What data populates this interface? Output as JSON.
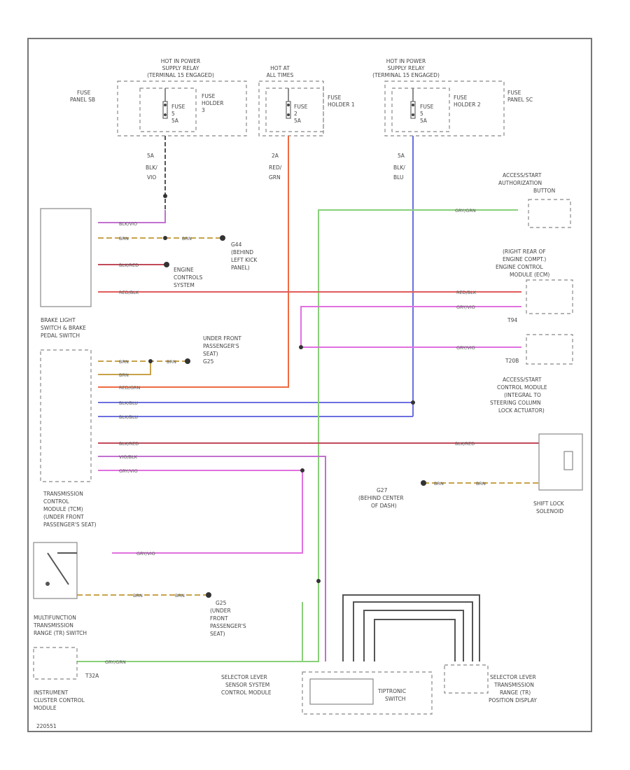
{
  "labels": {
    "relay_left_l1": "HOT IN POWER",
    "relay_left_l2": "SUPPLY RELAY",
    "relay_left_l3": "(TERMINAL 15 ENGAGED)",
    "hot_at_l1": "HOT AT",
    "hot_at_l2": "ALL TIMES",
    "relay_right_l1": "HOT IN POWER",
    "relay_right_l2": "SUPPLY RELAY",
    "relay_right_l3": "(TERMINAL 15 ENGAGED)",
    "fuse_panel_sb_l1": "FUSE",
    "fuse_panel_sb_l2": "PANEL SB",
    "fuse_panel_sc_l1": "FUSE",
    "fuse_panel_sc_l2": "PANEL SC",
    "fuse_a_l1": "FUSE",
    "fuse_a_l2": "5",
    "fuse_a_l3": "5A",
    "holder3_l1": "FUSE",
    "holder3_l2": "HOLDER",
    "holder3_l3": "3",
    "fuse_b_l1": "FUSE",
    "fuse_b_l2": "2",
    "fuse_b_l3": "5A",
    "holder1_l1": "FUSE",
    "holder1_l2": "HOLDER 1",
    "fuse_c_l1": "FUSE",
    "fuse_c_l2": "5",
    "fuse_c_l3": "5A",
    "holder2_l1": "FUSE",
    "holder2_l2": "HOLDER 2",
    "w1_l1": "5A",
    "w1_l2": "BLK/",
    "w1_l3": "VIO",
    "w2_l1": "2A",
    "w2_l2": "RED/",
    "w2_l3": "GRN",
    "w3_l1": "5A",
    "w3_l2": "BLK/",
    "w3_l3": "BLU",
    "access_btn_l1": "ACCESS/START",
    "access_btn_l2": "AUTHORIZATION",
    "access_btn_l3": "BUTTON",
    "wire_gry_grn": "GRY/GRN",
    "wire_blk_vio": "BLK/VIO",
    "wire_brn": "BRN",
    "wire_blk_red": "BLK/RED",
    "wire_red_blk": "RED/BLK",
    "wire_gry_vio": "GRY/VIO",
    "wire_red_grn": "RED/GRN",
    "wire_blk_blu": "BLK/BLU",
    "wire_vio_blk": "VIO/BLK",
    "g44_l1": "G44",
    "g44_l2": "(BEHIND",
    "g44_l3": "LEFT KICK",
    "g44_l4": "PANEL)",
    "engine_ctrl_l1": "ENGINE",
    "engine_ctrl_l2": "CONTROLS",
    "engine_ctrl_l3": "SYSTEM",
    "rr_engine_l1": "(RIGHT REAR OF",
    "rr_engine_l2": "ENGINE COMPT.)",
    "rr_engine_l3": "ENGINE CONTROL",
    "rr_engine_l4": "MODULE (ECM)",
    "t94": "T94",
    "t20b": "T20B",
    "brake_l1": "BRAKE LIGHT",
    "brake_l2": "SWITCH & BRAKE",
    "brake_l3": "PEDAL SWITCH",
    "g25_l1": "UNDER FRONT",
    "g25_l2": "PASSENGER'S",
    "g25_l3": "SEAT)",
    "g25_l4": "G25",
    "acm_l1": "ACCESS/START",
    "acm_l2": "CONTROL MODULE",
    "acm_l3": "(INTEGRAL TO",
    "acm_l4": "STEERING COLUMN",
    "acm_l5": "LOCK ACTUATOR)",
    "g27_l1": "G27",
    "g27_l2": "(BEHIND CENTER",
    "g27_l3": "OF DASH)",
    "shift_l1": "SHIFT LOCK",
    "shift_l2": "SOLENOID",
    "tcm_l1": "TRANSMISSION",
    "tcm_l2": "CONTROL",
    "tcm_l3": "MODULE (TCM)",
    "tcm_l4": "(UNDER FRONT",
    "tcm_l5": "PASSENGER'S SEAT)",
    "g25b_l1": "G25",
    "g25b_l2": "(UNDER",
    "g25b_l3": "FRONT",
    "g25b_l4": "PASSENGER'S",
    "g25b_l5": "SEAT)",
    "mtr_l1": "MULTIFUNCTION",
    "mtr_l2": "TRANSMISSION",
    "mtr_l3": "RANGE (TR) SWITCH",
    "t32a": "T32A",
    "icm_l1": "INSTRUMENT",
    "icm_l2": "CLUSTER CONTROL",
    "icm_l3": "MODULE",
    "sel_ctrl_l1": "SELECTOR LEVER",
    "sel_ctrl_l2": "SENSOR SYSTEM",
    "sel_ctrl_l3": "CONTROL MODULE",
    "tiptronic_l1": "TIPTRONIC",
    "tiptronic_l2": "SWITCH",
    "sel_disp_l1": "SELECTOR LEVER",
    "sel_disp_l2": "TRANSMISSION",
    "sel_disp_l3": "RANGE (TR)",
    "sel_disp_l4": "POSITION DISPLAY",
    "figure_id": "220551"
  },
  "colors": {
    "red": "#e25a5a",
    "orange": "#ee6b40",
    "blue": "#6d6fe0",
    "green": "#88d078",
    "violet": "#d86ee0",
    "brown": "#c8a24a",
    "dark": "#555555"
  }
}
